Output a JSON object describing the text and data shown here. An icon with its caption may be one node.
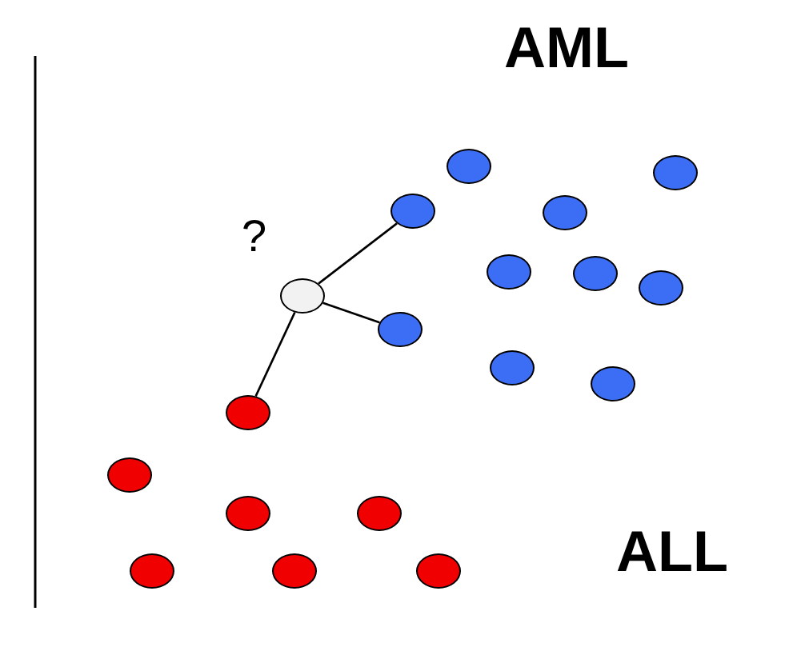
{
  "diagram": {
    "nodes": [
      {
        "text": [],
        "shape": "circle"
      },
      {
        "text": [],
        "shape": "circle"
      },
      {
        "text": [],
        "shape": "circle"
      },
      {
        "text": [],
        "shape": "circle"
      },
      {
        "text": [],
        "shape": "circle"
      },
      {
        "text": [],
        "shape": "circle"
      },
      {
        "text": [],
        "shape": "circle"
      },
      {
        "text": [],
        "shape": "circle",
        "beside": [
          "?"
        ]
      },
      {
        "text": [],
        "shape": "circle"
      },
      {
        "text": [],
        "shape": "circle"
      },
      {
        "text": [],
        "shape": "circle"
      },
      {
        "text": [],
        "shape": "circle"
      },
      {
        "text": [],
        "shape": "circle"
      },
      {
        "text": [],
        "shape": "circle"
      },
      {
        "text": [],
        "shape": "circle"
      },
      {
        "text": [],
        "shape": "circle"
      },
      {
        "text": [],
        "shape": "circle"
      },
      {
        "text": [],
        "shape": "circle"
      }
    ],
    "edges": [
      {
        "from": 7,
        "to": 2,
        "arrow": "none"
      },
      {
        "from": 7,
        "to": 8,
        "arrow": "none"
      },
      {
        "from": 7,
        "to": 11,
        "arrow": "none"
      }
    ],
    "labels": [
      "AML",
      "ALL"
    ]
  }
}
